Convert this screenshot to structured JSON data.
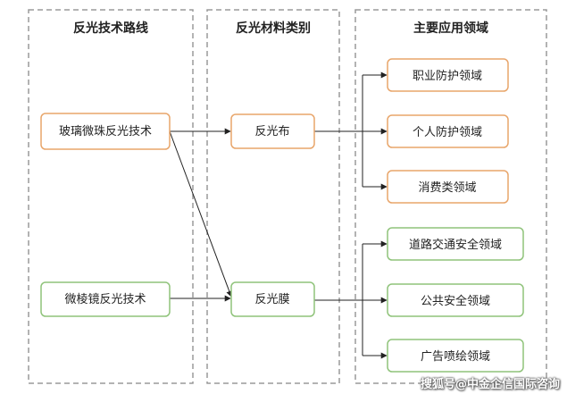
{
  "columns": {
    "tech": "反光技术路线",
    "material": "反光材料类别",
    "application": "主要应用领域"
  },
  "nodes": {
    "glass_bead": "玻璃微珠反光技术",
    "micro_prism": "微棱镜反光技术",
    "reflective_cloth": "反光布",
    "reflective_film": "反光膜",
    "occupational_protection": "职业防护领域",
    "personal_protection": "个人防护领域",
    "consumer": "消费类领域",
    "road_traffic": "道路交通安全领域",
    "public_safety": "公共安全领域",
    "advertising_print": "广告喷绘领域"
  },
  "watermark": "搜狐号@中金企信国际咨询",
  "colors": {
    "orange": "#e8a56a",
    "green": "#8fc37a",
    "frame": "#9a9a9a"
  }
}
